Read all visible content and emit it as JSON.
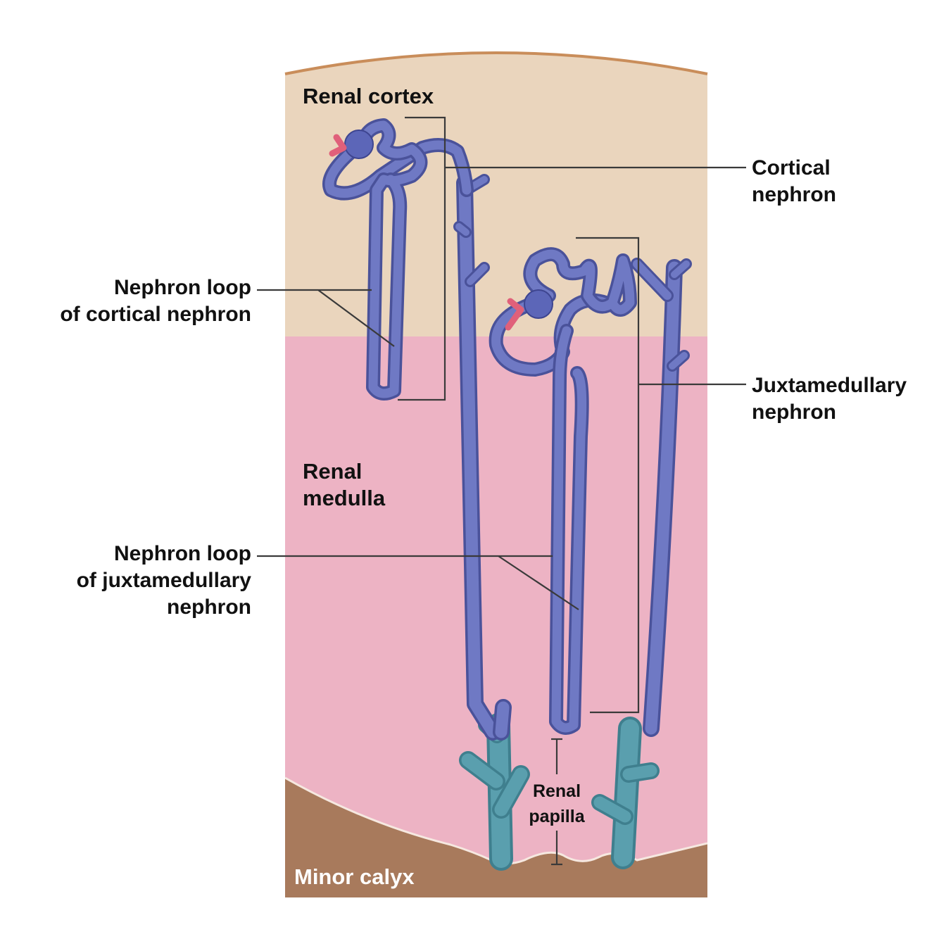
{
  "regions": {
    "cortex": "Renal cortex",
    "medulla_line1": "Renal",
    "medulla_line2": "medulla",
    "calyx": "Minor calyx",
    "papilla_line1": "Renal",
    "papilla_line2": "papilla"
  },
  "labels": {
    "cortical_nephron_line1": "Cortical",
    "cortical_nephron_line2": "nephron",
    "juxta_nephron_line1": "Juxtamedullary",
    "juxta_nephron_line2": "nephron",
    "loop_cortical_line1": "Nephron loop",
    "loop_cortical_line2": "of cortical nephron",
    "loop_juxta_line1": "Nephron loop",
    "loop_juxta_line2": "of juxtamedullary",
    "loop_juxta_line3": "nephron"
  },
  "colors": {
    "cortex": "#ead5bd",
    "medulla": "#edb3c4",
    "calyx": "#a87a5c",
    "capsule_edge": "#c98d5a",
    "tubule": "#6f79c4",
    "tubule_dark": "#4a529a",
    "collecting_duct": "#5a9fae",
    "arteriole": "#e0607a"
  }
}
